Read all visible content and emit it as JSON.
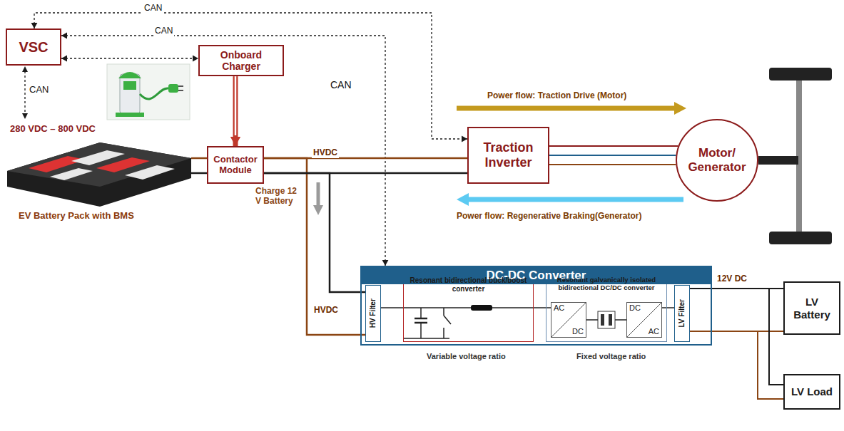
{
  "diagram": {
    "nodes": [
      {
        "text": [
          "VSC"
        ]
      },
      {
        "text": [
          "Onboard Charger"
        ]
      },
      {
        "text": [
          "Contactor Module"
        ]
      },
      {
        "text": [
          "Traction Inverter"
        ]
      },
      {
        "text": [
          "Motor/ Generator"
        ]
      },
      {
        "text": [
          "DC-DC Converter"
        ]
      },
      {
        "text": [
          "HV Filter"
        ],
        "in": 5
      },
      {
        "text": [
          "Resonant bidirectional buck/boost converter"
        ],
        "in": 5
      },
      {
        "text": [
          "Resonant galvanically isolated bidirectional DC/DC converter"
        ],
        "in": 5
      },
      {
        "text": [
          "AC",
          "DC"
        ],
        "in": 8
      },
      {
        "text": [
          "DC",
          "AC"
        ],
        "in": 8
      },
      {
        "text": [
          "LV Filter"
        ],
        "in": 5
      },
      {
        "text": [
          "LV Battery"
        ]
      },
      {
        "text": [
          "LV Load"
        ]
      }
    ],
    "edges": [
      {
        "from": 0,
        "to": 1,
        "arrow": "both"
      },
      {
        "from": 0,
        "to": 3,
        "label": "CAN",
        "arrow": "both"
      },
      {
        "from": 0,
        "to": 5,
        "label": "CAN",
        "arrow": "both"
      },
      {
        "from": 1,
        "to": 2,
        "arrow": "to"
      },
      {
        "from": 2,
        "to": 3,
        "label": "HVDC",
        "arrow": "none"
      },
      {
        "from": 2,
        "to": 6,
        "label": "HVDC",
        "arrow": "none"
      },
      {
        "from": 3,
        "to": 4,
        "arrow": "none"
      },
      {
        "from": 6,
        "to": 7,
        "arrow": "none"
      },
      {
        "from": 7,
        "to": 8,
        "arrow": "none"
      },
      {
        "from": 9,
        "to": 10,
        "arrow": "none"
      },
      {
        "from": 8,
        "to": 11,
        "arrow": "none"
      },
      {
        "from": 11,
        "to": 12,
        "label": "12V DC",
        "arrow": "none"
      },
      {
        "from": 11,
        "to": 13,
        "arrow": "none"
      }
    ],
    "labels": [
      "CAN",
      "280 VDC – 800 VDC",
      "EV Battery Pack with BMS",
      "CAN",
      "Power flow: Traction Drive (Motor)",
      "Power flow: Regenerative Braking(Generator)",
      "Charge 12 V Battery",
      "Variable voltage ratio",
      "Fixed voltage ratio"
    ]
  }
}
